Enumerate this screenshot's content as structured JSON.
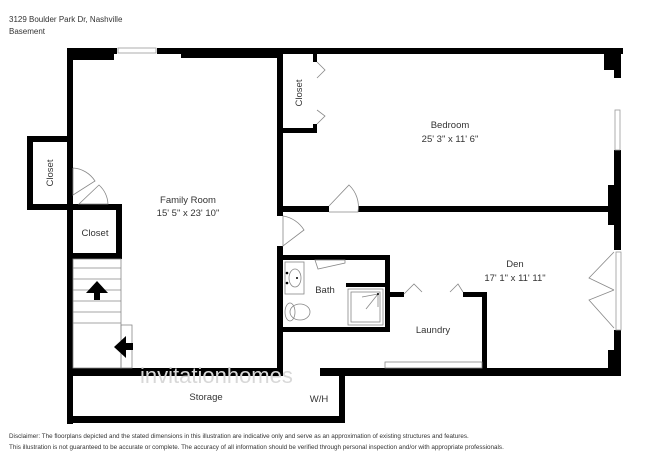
{
  "header": {
    "address": "3129 Boulder Park Dr, Nashville",
    "level": "Basement"
  },
  "rooms": [
    {
      "name": "Family Room",
      "dimensions": "15' 5\" x 23' 10\""
    },
    {
      "name": "Bedroom",
      "dimensions": "25' 3\" x 11' 6\""
    },
    {
      "name": "Den",
      "dimensions": "17' 1\" x 11' 11\""
    },
    {
      "name": "Bath"
    },
    {
      "name": "Laundry"
    },
    {
      "name": "Storage"
    },
    {
      "name": "W/H"
    },
    {
      "name": "Closet"
    },
    {
      "name": "Closet"
    },
    {
      "name": "Closet"
    }
  ],
  "watermark": "invitationhomes",
  "disclaimer": {
    "line1": "Disclaimer: The floorplans depicted and the stated dimensions in this illustration are indicative only and serve as an approximation of existing structures and features.",
    "line2": "This illustration is not guaranteed to be accurate or complete. The accuracy of all information should be verified through personal inspection and/or with appropriate professionals."
  }
}
